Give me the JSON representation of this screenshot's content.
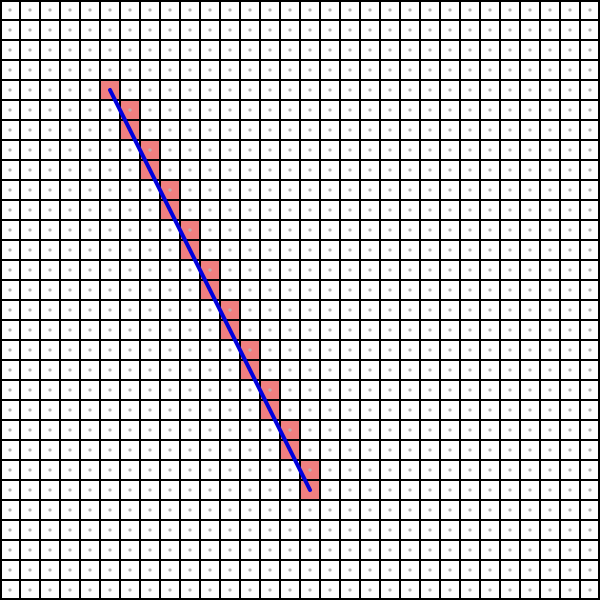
{
  "grid": {
    "columns": 30,
    "rows": 30,
    "line_color": "#000000",
    "background_color": "#ffffff",
    "dot_color": "#b4b4b4"
  },
  "line": {
    "start": {
      "col": 5,
      "row": 4
    },
    "end": {
      "col": 15,
      "row": 24
    },
    "color": "#0000dd"
  },
  "highlighted_pixels": {
    "color": "#f08080",
    "cells": [
      {
        "col": 5,
        "row": 4
      },
      {
        "col": 6,
        "row": 5
      },
      {
        "col": 6,
        "row": 6
      },
      {
        "col": 7,
        "row": 7
      },
      {
        "col": 7,
        "row": 8
      },
      {
        "col": 8,
        "row": 9
      },
      {
        "col": 8,
        "row": 10
      },
      {
        "col": 9,
        "row": 11
      },
      {
        "col": 9,
        "row": 12
      },
      {
        "col": 10,
        "row": 13
      },
      {
        "col": 10,
        "row": 14
      },
      {
        "col": 11,
        "row": 15
      },
      {
        "col": 11,
        "row": 16
      },
      {
        "col": 12,
        "row": 17
      },
      {
        "col": 12,
        "row": 18
      },
      {
        "col": 13,
        "row": 19
      },
      {
        "col": 13,
        "row": 20
      },
      {
        "col": 14,
        "row": 21
      },
      {
        "col": 14,
        "row": 22
      },
      {
        "col": 15,
        "row": 23
      },
      {
        "col": 15,
        "row": 24
      }
    ]
  }
}
